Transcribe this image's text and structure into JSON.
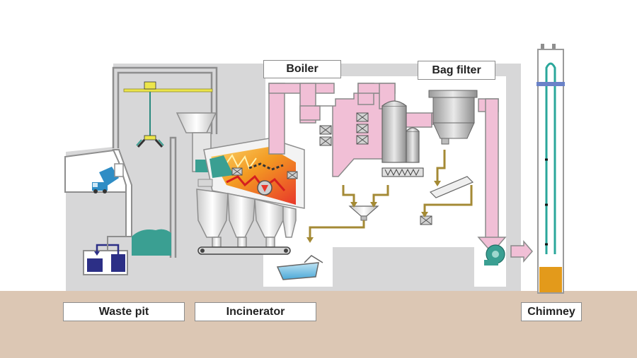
{
  "labels": {
    "boiler": "Boiler",
    "bag_filter": "Bag filter",
    "waste_pit": "Waste pit",
    "incinerator": "Incinerator",
    "chimney": "Chimney"
  },
  "colors": {
    "ground": "#dcc7b4",
    "building": "#d7d7d8",
    "flue_gas": "#f1bfd6",
    "ash_line": "#a48a35",
    "waste": "#3a9f92",
    "fire_red": "#e8382b",
    "fire_orange": "#f3a21f",
    "chimney_pipe": "#2aa79b",
    "chimney_fill": "#e39a1b",
    "truck": "#2f8dc5",
    "crane": "#ece54a"
  }
}
